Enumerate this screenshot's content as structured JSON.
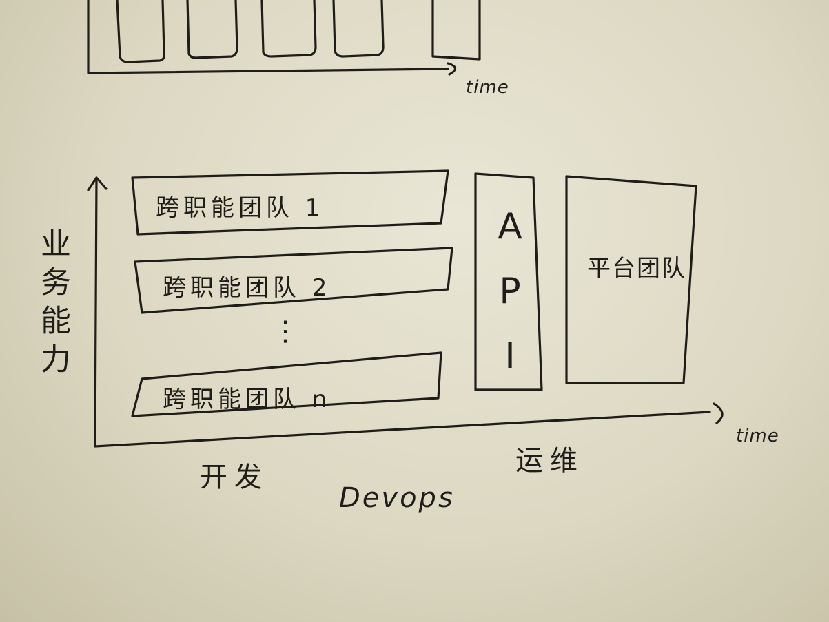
{
  "top_axis": {
    "label": "time"
  },
  "y_axis": {
    "label": "业务能力"
  },
  "x_axis": {
    "label": "time"
  },
  "teams": [
    {
      "label": "跨职能团队 1"
    },
    {
      "label": "跨职能团队 2"
    },
    {
      "label": "跨职能团队 n"
    }
  ],
  "ellipsis": "⋮",
  "api_box": {
    "letters": [
      "A",
      "P",
      "I"
    ]
  },
  "platform_box": {
    "label": "平台团队"
  },
  "bottom": {
    "dev": "开发",
    "ops": "运维",
    "devops": "Devops"
  }
}
